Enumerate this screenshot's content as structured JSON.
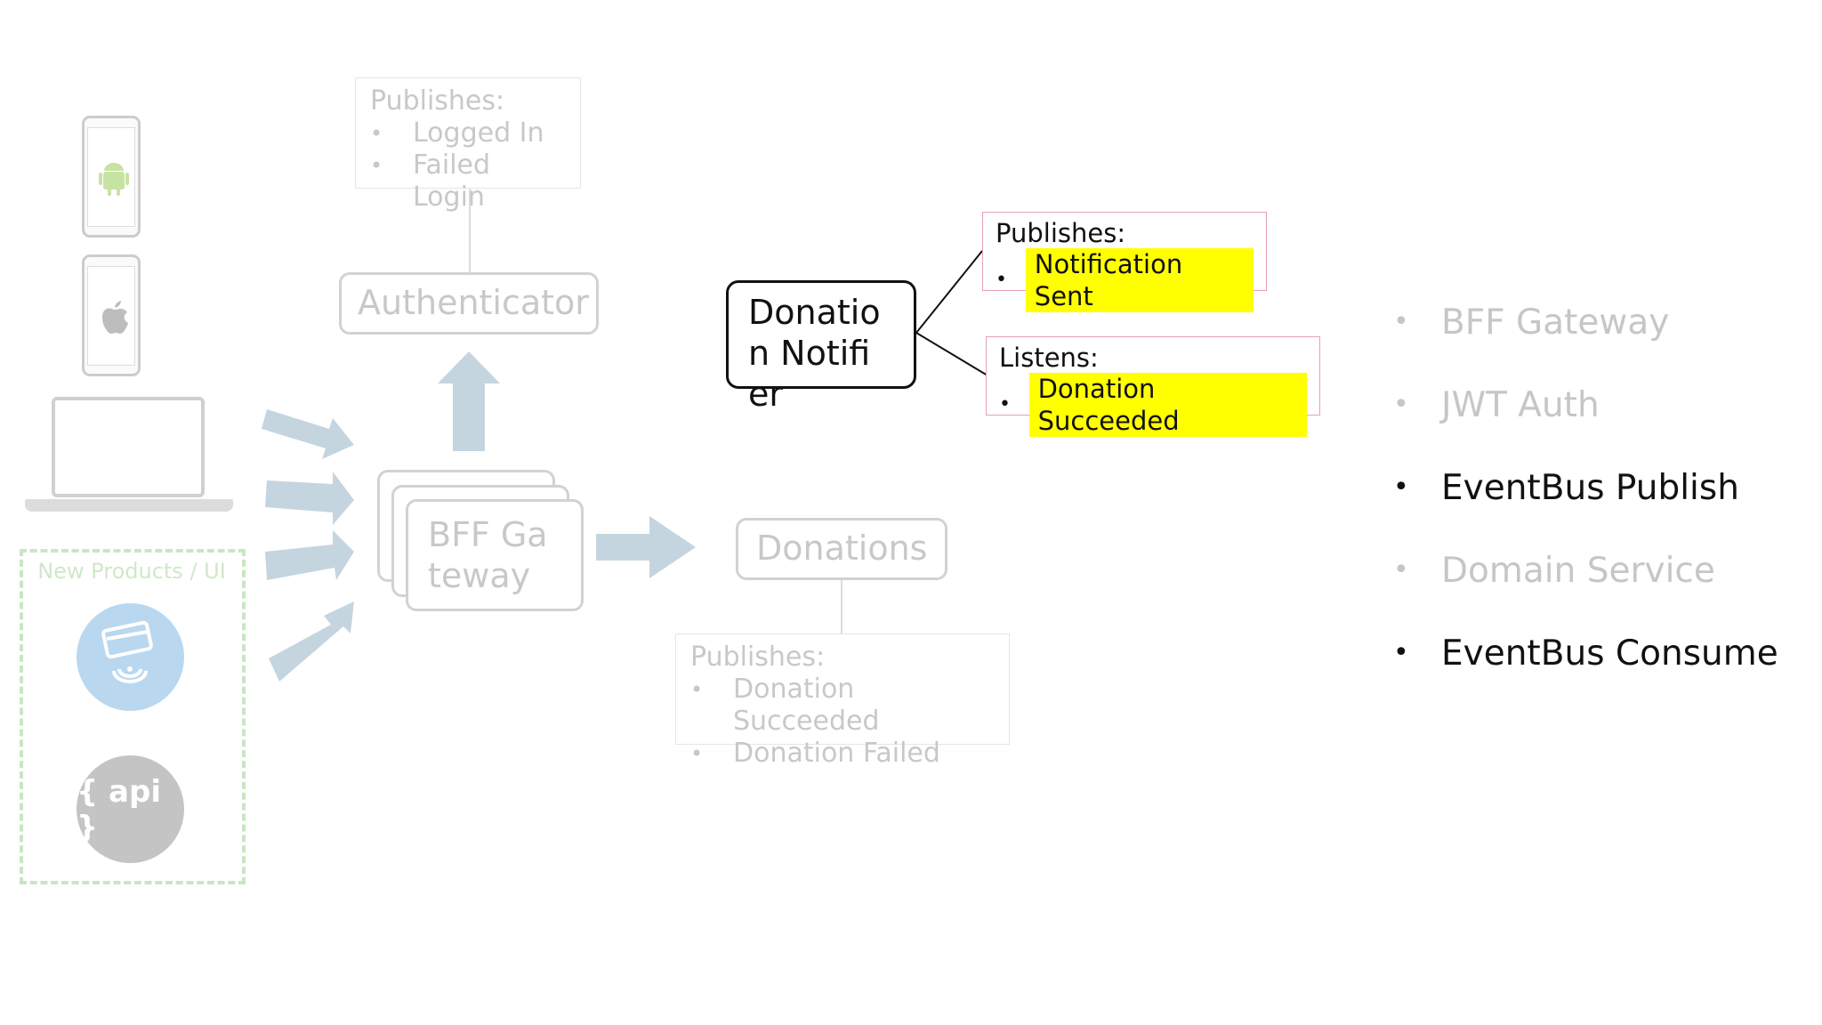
{
  "authenticator": {
    "label": "Authenticator",
    "publishes_title": "Publishes:",
    "publishes": [
      "Logged In",
      "Failed Login"
    ]
  },
  "bff_gateway": {
    "label": "BFF Gateway"
  },
  "donations": {
    "label": "Donations",
    "publishes_title": "Publishes:",
    "publishes": [
      "Donation Succeeded",
      "Donation Failed"
    ]
  },
  "donation_notifier": {
    "label": "Donation Notifier",
    "publishes_title": "Publishes:",
    "publishes": [
      "Notification Sent"
    ],
    "listens_title": "Listens:",
    "listens": [
      "Donation Succeeded"
    ]
  },
  "clients": {
    "new_products_label": "New Products / UI",
    "api_label": "{ api }",
    "icons": [
      "android-phone",
      "apple-phone",
      "laptop",
      "contactless-card",
      "api"
    ]
  },
  "topics": [
    {
      "label": "BFF Gateway",
      "active": false
    },
    {
      "label": "JWT Auth",
      "active": false
    },
    {
      "label": "EventBus Publish",
      "active": true
    },
    {
      "label": "Domain Service",
      "active": false
    },
    {
      "label": "EventBus Consume",
      "active": true
    }
  ],
  "colors": {
    "highlight": "#ffff00",
    "faded": "#c8c8c8",
    "arrow": "#c5d5df",
    "dashed_green": "#c9e6c4"
  }
}
